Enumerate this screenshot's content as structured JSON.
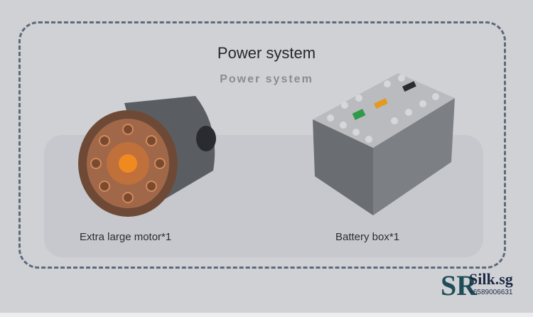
{
  "header": {
    "title": "Power system",
    "subtitle": "Power system"
  },
  "items": [
    {
      "label": "Extra large motor*1",
      "icon": "motor-image"
    },
    {
      "label": "Battery box*1",
      "icon": "battery-box-image"
    }
  ],
  "watermark": {
    "brand": "Silk.sg",
    "logo": "SR",
    "phone": "+6589006631"
  },
  "colors": {
    "background": "#d0d1d5",
    "border": "#5c6a7a",
    "accent": "#e08a2a"
  }
}
